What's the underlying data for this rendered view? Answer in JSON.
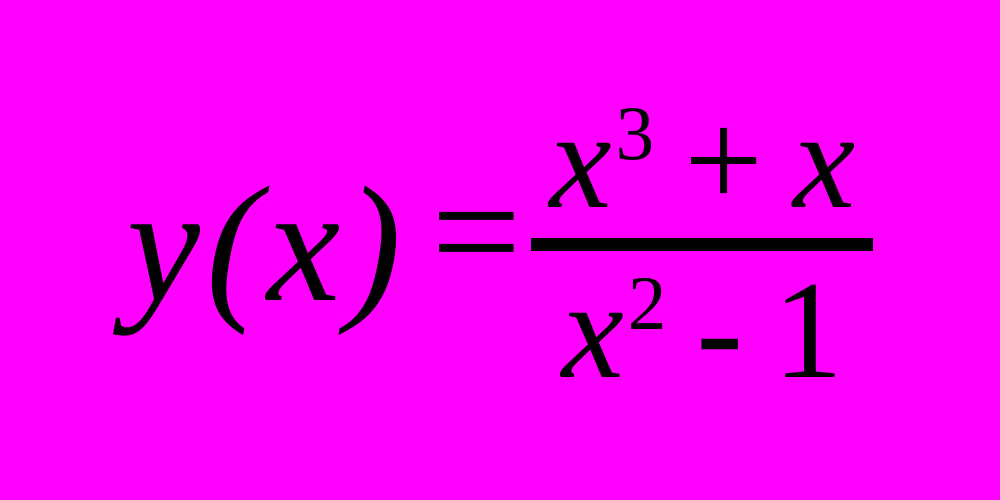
{
  "page": {
    "background_color": "#ff00ff",
    "text_color": "#000000"
  },
  "formula": {
    "function_name": "y",
    "open_paren": "(",
    "argument": "x",
    "close_paren": ")",
    "equals": "=",
    "numerator": {
      "base": "x",
      "exponent": "3",
      "operator": "+",
      "second_term": "x"
    },
    "denominator": {
      "base": "x",
      "exponent": "2",
      "operator": "-",
      "second_term": "1"
    }
  }
}
